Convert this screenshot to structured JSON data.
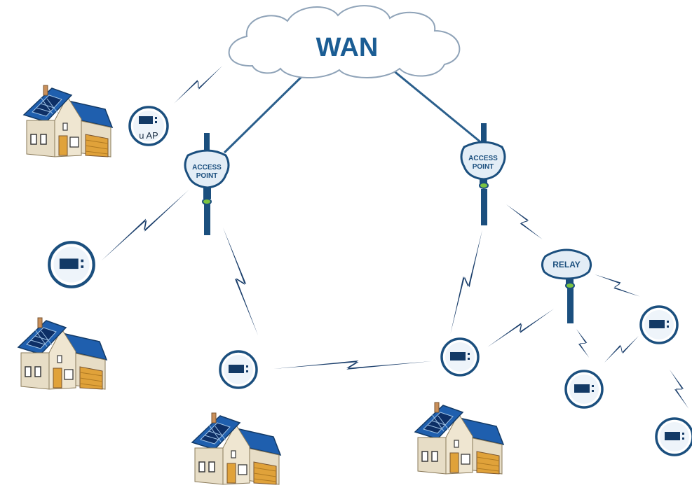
{
  "cloud": {
    "label": "WAN"
  },
  "access_points": [
    {
      "id": "ap-left",
      "line1": "ACCESS",
      "line2": "POINT"
    },
    {
      "id": "ap-right",
      "line1": "ACCESS",
      "line2": "POINT"
    }
  ],
  "relay": {
    "label": "RELAY"
  },
  "uap": {
    "label": "u AP"
  },
  "colors": {
    "navy": "#1b4f7e",
    "dark_blue": "#133a66",
    "light_blue_fill": "#e3edf6",
    "roof_blue": "#1f5fae",
    "wall": "#e7ddc6",
    "garage": "#e0a23a",
    "link_line": "#2b5f8c",
    "bolt": "#1a3e6b",
    "led_green": "#7cc441"
  },
  "icons": {
    "house": "house-with-solar-panels-icon",
    "meter": "smart-meter-icon",
    "access_point": "access-point-icon",
    "relay": "relay-icon",
    "cloud": "cloud-icon",
    "link": "lightning-bolt-icon"
  }
}
